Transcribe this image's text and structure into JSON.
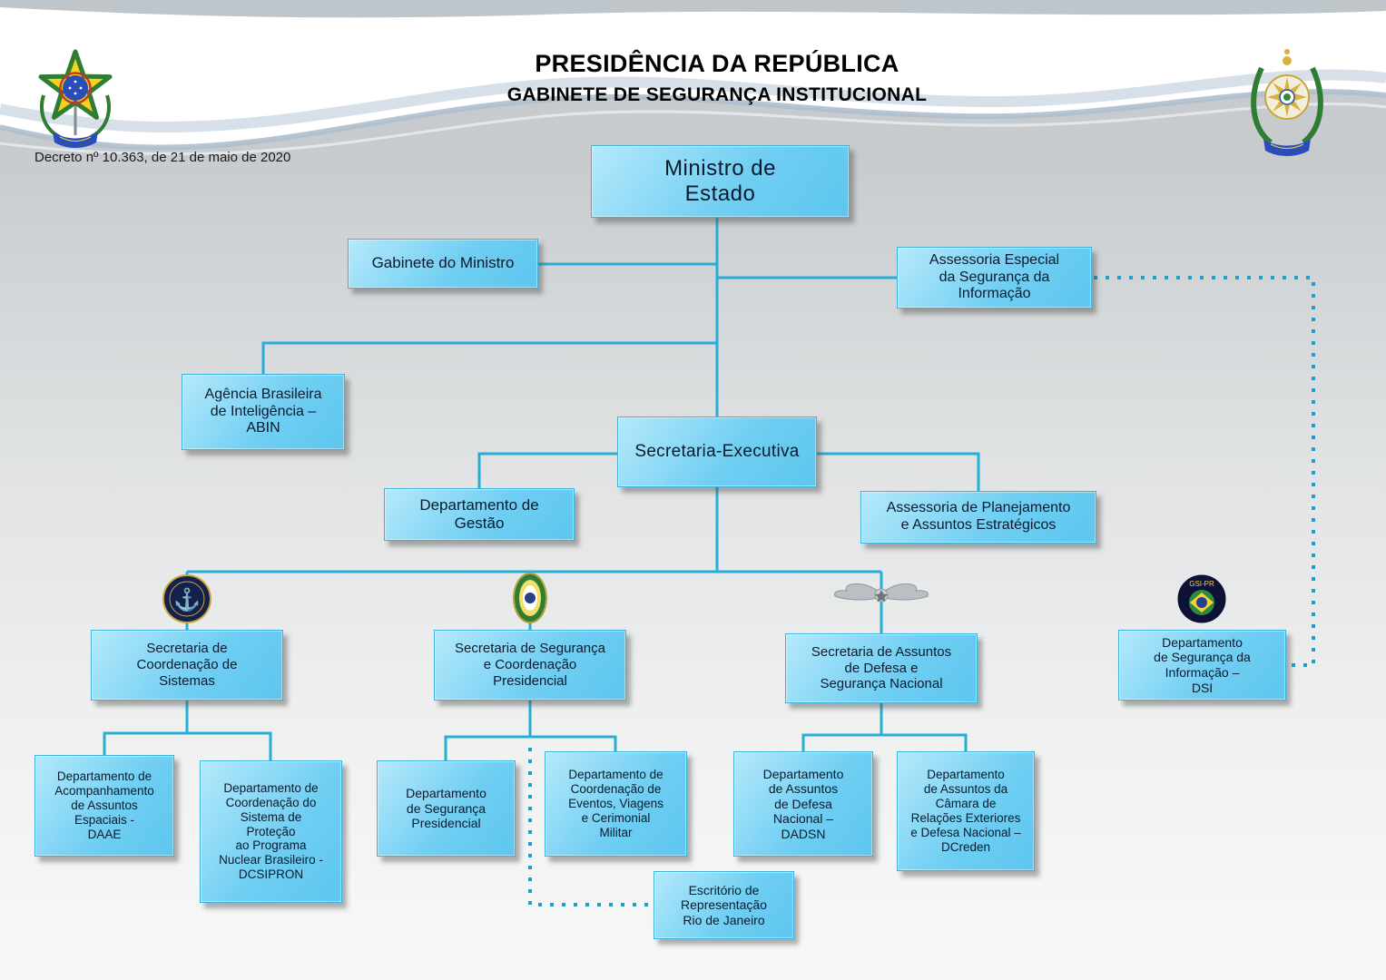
{
  "header": {
    "title": "PRESIDÊNCIA DA REPÚBLICA",
    "subtitle": "GABINETE DE SEGURANÇA INSTITUCIONAL",
    "decree": "Decreto nº 10.363, de 21 de maio de 2020"
  },
  "colors": {
    "box_fill": "#6fcef2",
    "box_fill_light": "#b5e9fb",
    "box_border": "#3fb0da",
    "connector_solid": "#27aed6",
    "connector_dotted": "#1e9ec9",
    "background_gray": "#cdd1d4",
    "background_top": "#ffffff"
  },
  "emblems": {
    "header_left": "brazil-coat-of-arms",
    "header_right": "gsi-institutional-crest",
    "navy": "navy-emblem",
    "army": "army-emblem",
    "air_force": "air-force-wings-emblem",
    "gsi_pr": "gsi-pr-emblem",
    "gsi_pr_label": "GSI-PR"
  },
  "nodes": {
    "ministro": "Ministro de\nEstado",
    "gabinete": "Gabinete do Ministro",
    "assessoria_especial": "Assessoria Especial\nda Segurança da\nInformação",
    "abin": "Agência Brasileira\nde Inteligência –\nABIN",
    "secretaria_executiva": "Secretaria-Executiva",
    "departamento_gestao": "Departamento de\nGestão",
    "assessoria_planejamento": "Assessoria de Planejamento\ne Assuntos Estratégicos",
    "sec_coordenacao_sistemas": "Secretaria de\nCoordenação de\nSistemas",
    "sec_seguranca_coord_presidencial": "Secretaria de Segurança\ne Coordenação\nPresidencial",
    "sec_assuntos_defesa": "Secretaria de Assuntos\nde Defesa e\nSegurança Nacional",
    "dsi": "Departamento\nde Segurança da\nInformação –\nDSI",
    "daae": "Departamento de\nAcompanhamento\nde Assuntos\nEspaciais -\nDAAE",
    "dcsipron": "Departamento de\nCoordenação do\nSistema de\nProteção\nao Programa\nNuclear Brasileiro -\nDCSIPRON",
    "dep_seguranca_presidencial": "Departamento\nde Segurança\nPresidencial",
    "dep_eventos": "Departamento de\nCoordenação de\nEventos, Viagens\ne Cerimonial\nMilitar",
    "dadsn": "Departamento\nde Assuntos\nde Defesa\nNacional –\nDADSN",
    "dcreden": "Departamento\nde Assuntos da\nCâmara de\nRelações Exteriores\ne Defesa Nacional –\nDCreden",
    "escritorio_rj": "Escritório de\nRepresentação\nRio de Janeiro"
  },
  "edges": [
    {
      "from": "ministro",
      "to": "gabinete",
      "style": "solid"
    },
    {
      "from": "ministro",
      "to": "assessoria_especial",
      "style": "solid"
    },
    {
      "from": "ministro",
      "to": "abin",
      "style": "solid"
    },
    {
      "from": "ministro",
      "to": "secretaria_executiva",
      "style": "solid"
    },
    {
      "from": "secretaria_executiva",
      "to": "departamento_gestao",
      "style": "solid"
    },
    {
      "from": "secretaria_executiva",
      "to": "assessoria_planejamento",
      "style": "solid"
    },
    {
      "from": "secretaria_executiva",
      "to": "sec_coordenacao_sistemas",
      "style": "solid"
    },
    {
      "from": "secretaria_executiva",
      "to": "sec_seguranca_coord_presidencial",
      "style": "solid"
    },
    {
      "from": "secretaria_executiva",
      "to": "sec_assuntos_defesa",
      "style": "solid"
    },
    {
      "from": "assessoria_especial",
      "to": "dsi",
      "style": "dotted"
    },
    {
      "from": "sec_coordenacao_sistemas",
      "to": "daae",
      "style": "solid"
    },
    {
      "from": "sec_coordenacao_sistemas",
      "to": "dcsipron",
      "style": "solid"
    },
    {
      "from": "sec_seguranca_coord_presidencial",
      "to": "dep_seguranca_presidencial",
      "style": "solid"
    },
    {
      "from": "sec_seguranca_coord_presidencial",
      "to": "dep_eventos",
      "style": "solid"
    },
    {
      "from": "sec_seguranca_coord_presidencial",
      "to": "escritorio_rj",
      "style": "dotted"
    },
    {
      "from": "sec_assuntos_defesa",
      "to": "dadsn",
      "style": "solid"
    },
    {
      "from": "sec_assuntos_defesa",
      "to": "dcreden",
      "style": "solid"
    }
  ]
}
